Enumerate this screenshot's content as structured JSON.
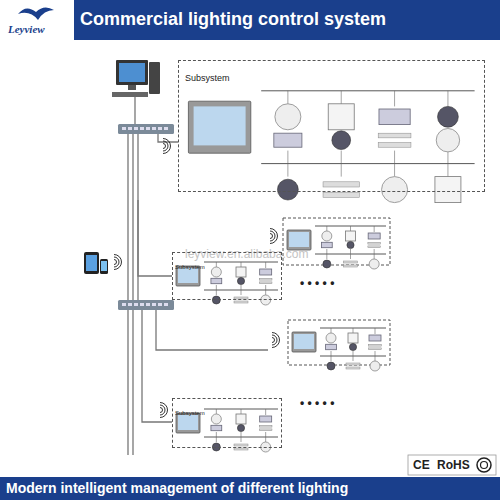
{
  "diagram": {
    "title": "Commercial lighting control system",
    "caption": "Modern intelligent management of different lighting",
    "nodes": [
      {
        "text": [
          "Subsystem"
        ]
      },
      {
        "text": [
          "Subsystem"
        ]
      },
      {
        "text": [
          "Subsystem"
        ]
      }
    ],
    "labels": [
      "Leyview",
      "leyview.en.alibaba.com",
      "• • • • •",
      "• • • • •",
      "CE",
      "RoHS"
    ]
  }
}
